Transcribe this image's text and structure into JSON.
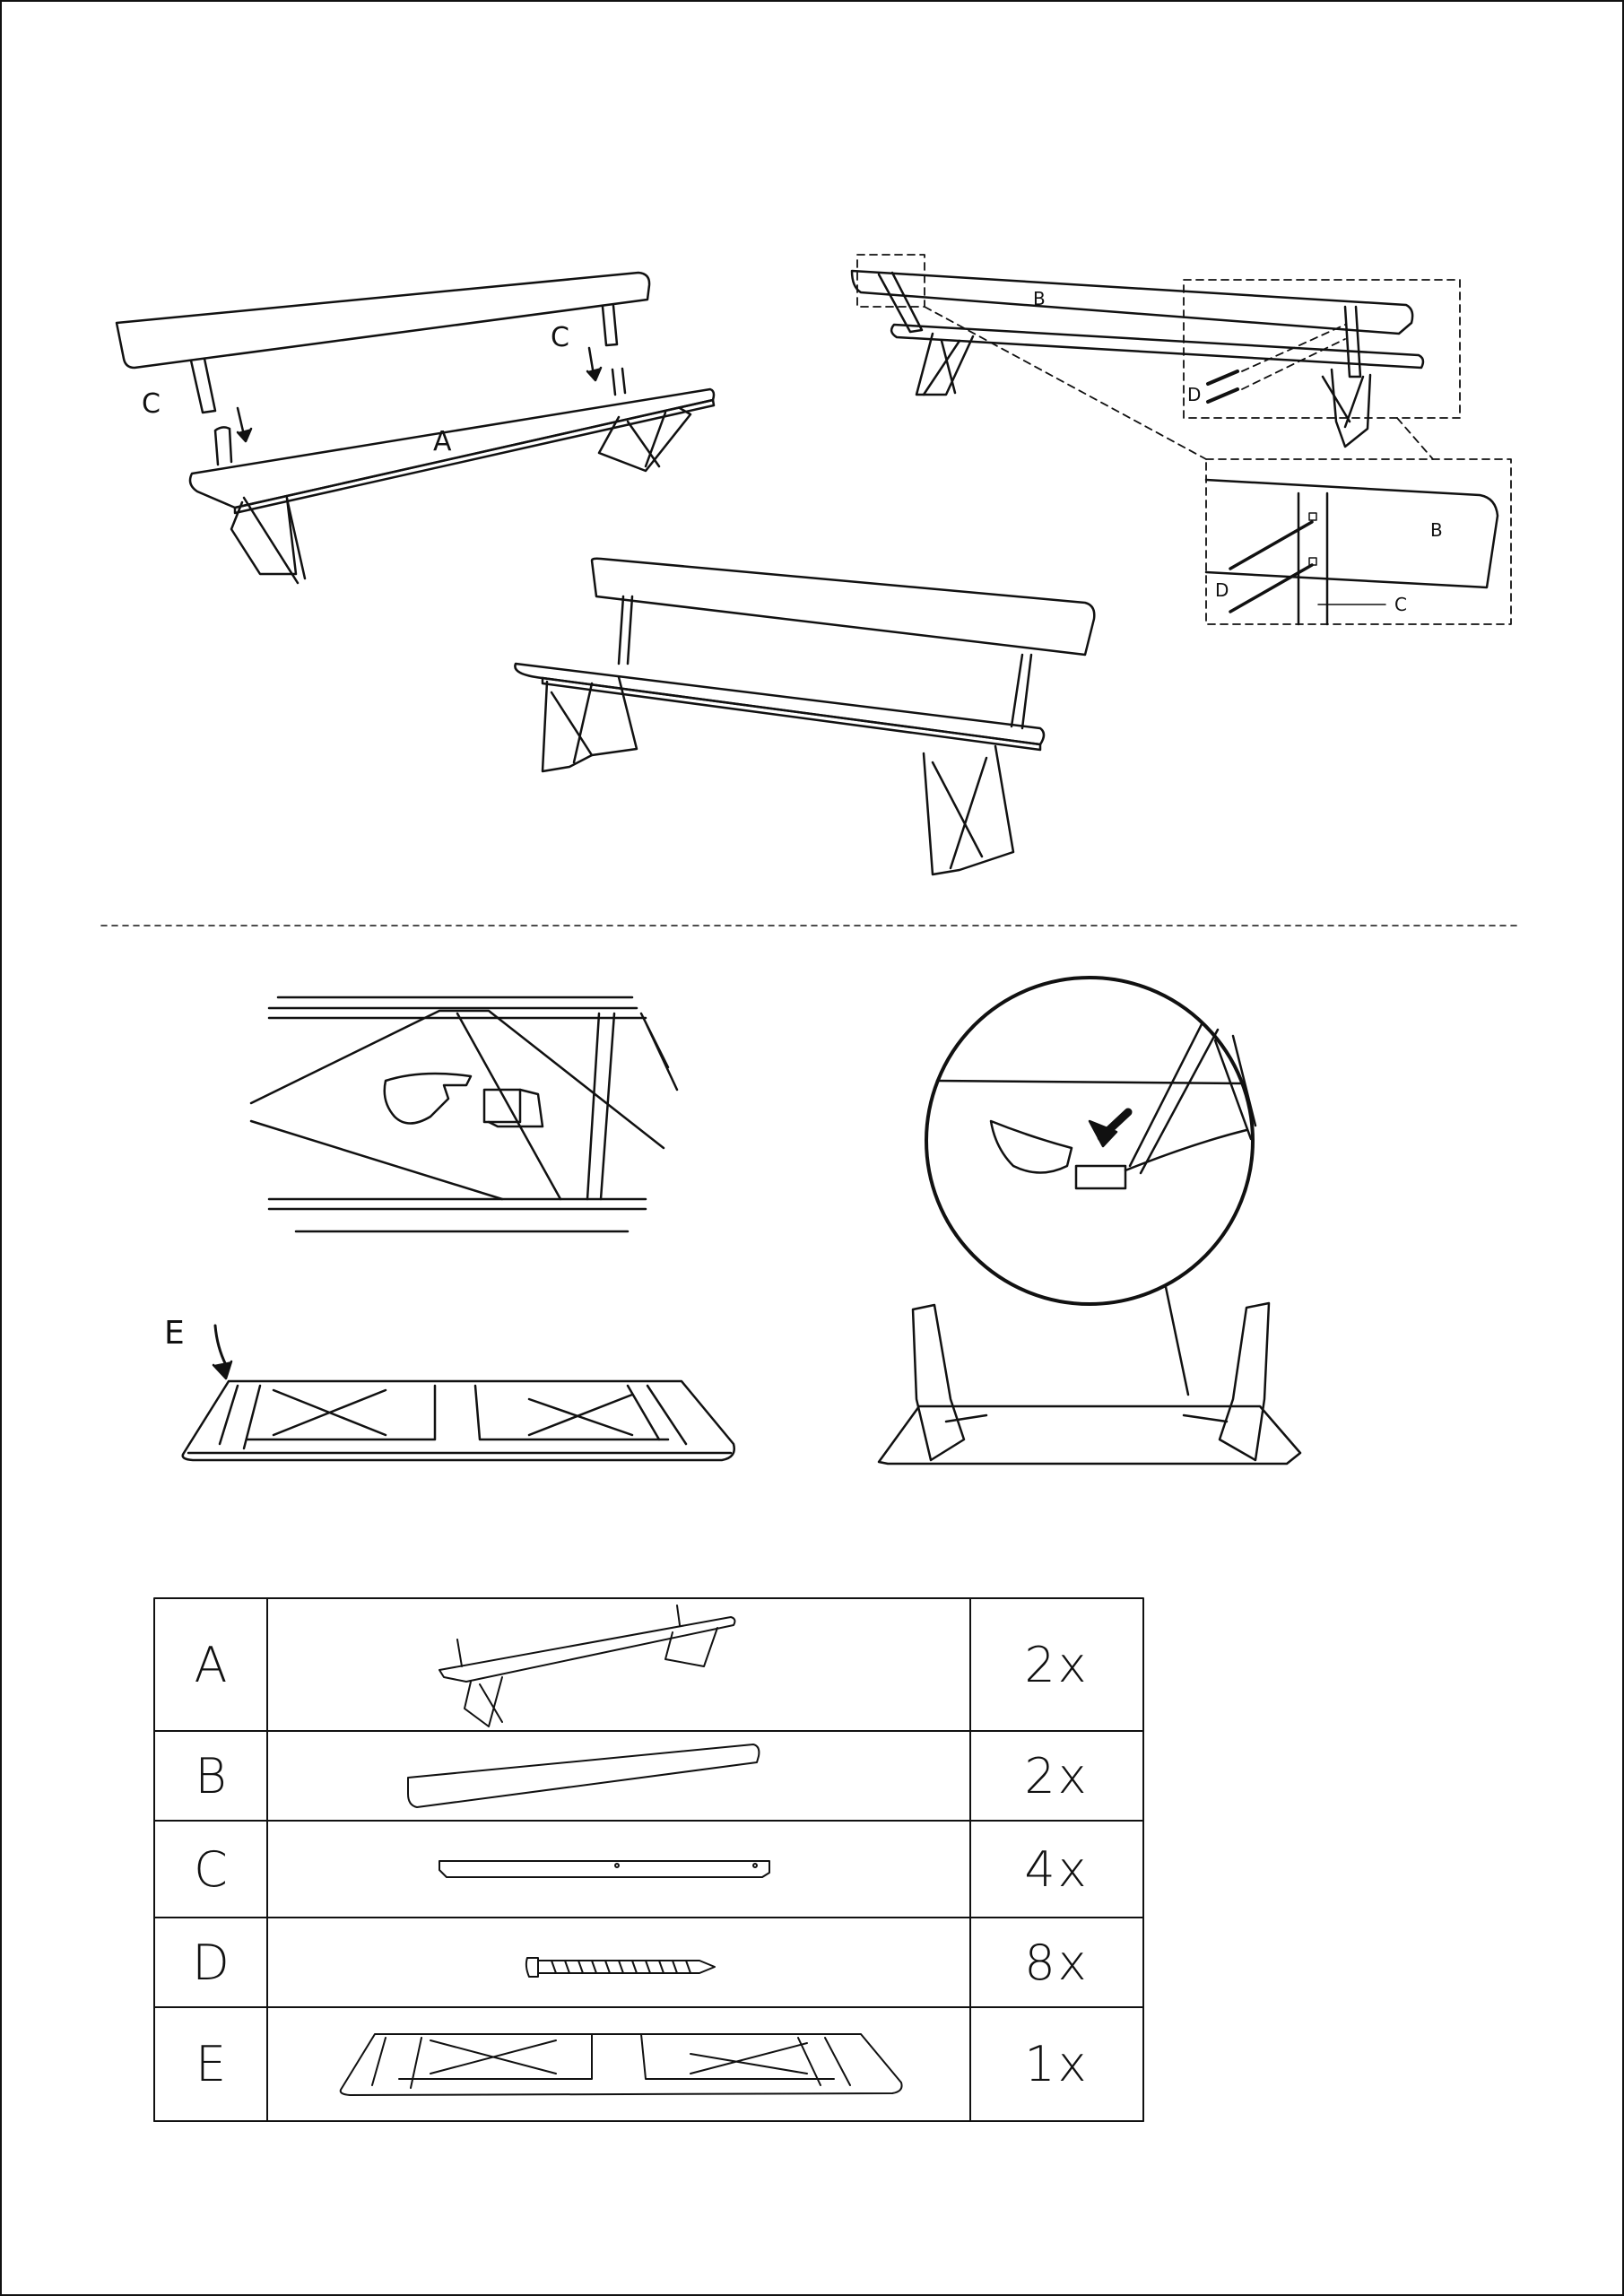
{
  "diagrams": {
    "step1": {
      "label_c_left": "C",
      "label_c_right": "C",
      "label_a": "A"
    },
    "step2": {
      "label_b": "B",
      "label_d": "D"
    },
    "step2_detail": {
      "label_b": "B",
      "label_d": "D",
      "label_c": "C"
    },
    "step4": {
      "label_e": "E"
    }
  },
  "parts_table": {
    "rows": [
      {
        "letter": "A",
        "qty": "2x",
        "icon": "bench-seat-with-legs-icon"
      },
      {
        "letter": "B",
        "qty": "2x",
        "icon": "backrest-board-icon"
      },
      {
        "letter": "C",
        "qty": "4x",
        "icon": "support-bar-icon"
      },
      {
        "letter": "D",
        "qty": "8x",
        "icon": "screw-icon"
      },
      {
        "letter": "E",
        "qty": "1x",
        "icon": "folding-bench-icon"
      }
    ]
  }
}
